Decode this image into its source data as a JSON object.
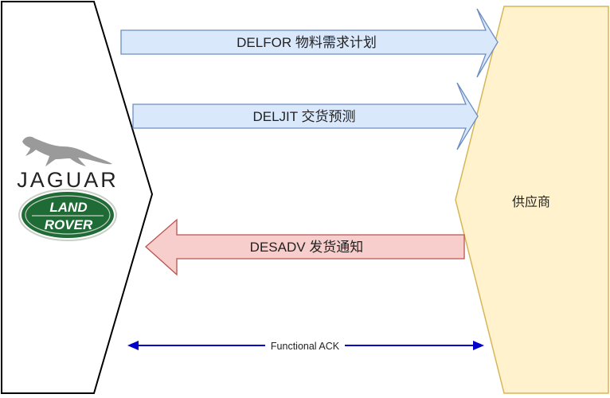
{
  "buyer": {
    "logo": {
      "jaguar_text": "JAGUAR",
      "landrover_line1": "LAND",
      "landrover_line2": "ROVER",
      "brand_colors": {
        "jaguar_text": "#9a9a9a",
        "landrover_oval": "#1f6b36",
        "landrover_outline": "#c9cfc6"
      }
    },
    "colors": {
      "fill": "#ffffff",
      "stroke": "#000000"
    }
  },
  "supplier": {
    "label": "供应商",
    "colors": {
      "fill": "#fff2cc",
      "stroke": "#d6b656"
    }
  },
  "messages": [
    {
      "id": "delfor",
      "label": "DELFOR 物料需求计划",
      "direction": "to-supplier",
      "colors": {
        "fill": "#dae8fc",
        "stroke": "#6c8ebf"
      }
    },
    {
      "id": "deljit",
      "label": "DELJIT 交货预测",
      "direction": "to-supplier",
      "colors": {
        "fill": "#dae8fc",
        "stroke": "#6c8ebf"
      }
    },
    {
      "id": "desadv",
      "label": "DESADV 发货通知",
      "direction": "to-buyer",
      "colors": {
        "fill": "#f8cecc",
        "stroke": "#b85450"
      }
    }
  ],
  "ack": {
    "label": "Functional ACK",
    "direction": "both",
    "color": "#0000cc"
  }
}
